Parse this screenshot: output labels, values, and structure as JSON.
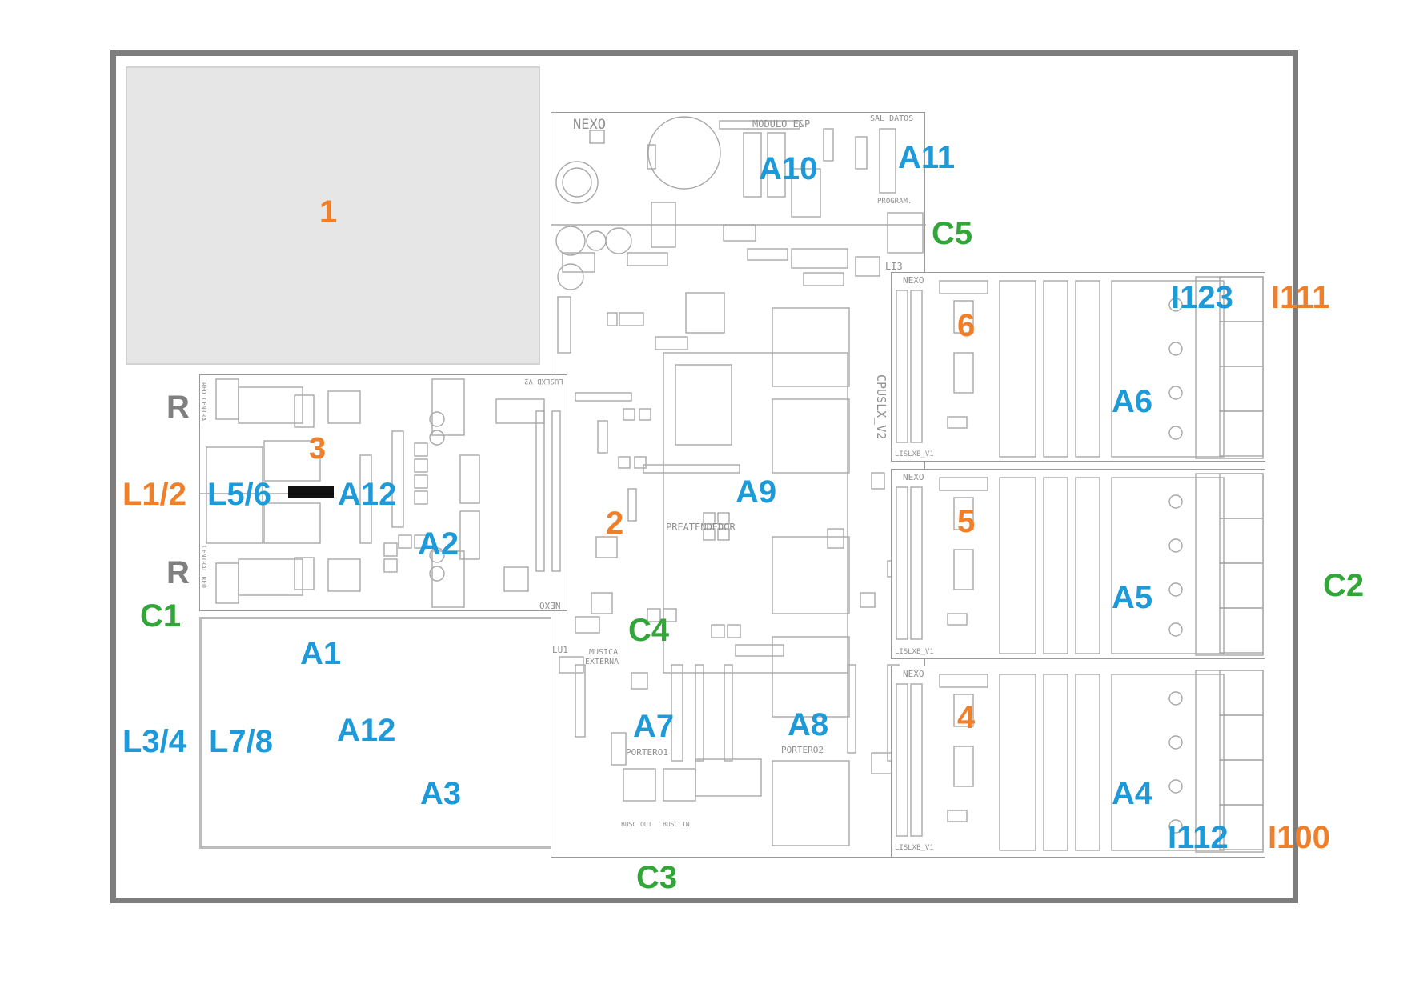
{
  "colors": {
    "frame": "#7d7d7d",
    "orange_labels": "#f07f2a",
    "blue_labels": "#1f9ad8",
    "green_labels": "#33a63a",
    "gray_labels": "#7f7f7f",
    "area1_fill": "#e6e6e6"
  },
  "module_numbers": {
    "n1": "1",
    "n2": "2",
    "n3": "3",
    "n4": "4",
    "n5": "5",
    "n6": "6"
  },
  "labels": {
    "a1": "A1",
    "a2": "A2",
    "a3": "A3",
    "a4": "A4",
    "a5": "A5",
    "a6": "A6",
    "a7": "A7",
    "a8": "A8",
    "a9": "A9",
    "a10": "A10",
    "a11": "A11",
    "a12_top": "A12",
    "a12_bottom": "A12",
    "c1": "C1",
    "c2": "C2",
    "c3": "C3",
    "c4": "C4",
    "c5": "C5",
    "r_top": "R",
    "r_bottom": "R",
    "l12": "L1/2",
    "l56": "L5/6",
    "l34": "L3/4",
    "l78": "L7/8",
    "i111": "I111",
    "i123": "I123",
    "i100": "I100",
    "i112": "I112"
  },
  "silkscreen": {
    "nexo_main": "NEXO",
    "modulo": "MODULO E&P",
    "sal_datos": "SAL DATOS",
    "program": "PROGRAM.",
    "cpu_name": "CPUSLX_V2",
    "preatendedor": "PREATENDEDOR",
    "musica": "MUSICA",
    "externa": "EXTERNA",
    "portero1": "PORTERO1",
    "portero2": "PORTERO2",
    "busc_out": "BUSC OUT",
    "busc_in": "BUSC IN",
    "li3": "LI3",
    "lu1": "LU1",
    "left_board_name": "LUSLXB_V2",
    "left_board_nexo": "NEXO",
    "red_central": "RED CENTRAL",
    "central_red": "CENTRAL RED",
    "lis_board_1": "LISLXB_V1",
    "lis_board_2": "LISLXB_V1",
    "lis_board_3": "LISLXB_V1",
    "lis_nexo_1": "NEXO",
    "lis_nexo_2": "NEXO",
    "lis_nexo_3": "NEXO"
  }
}
